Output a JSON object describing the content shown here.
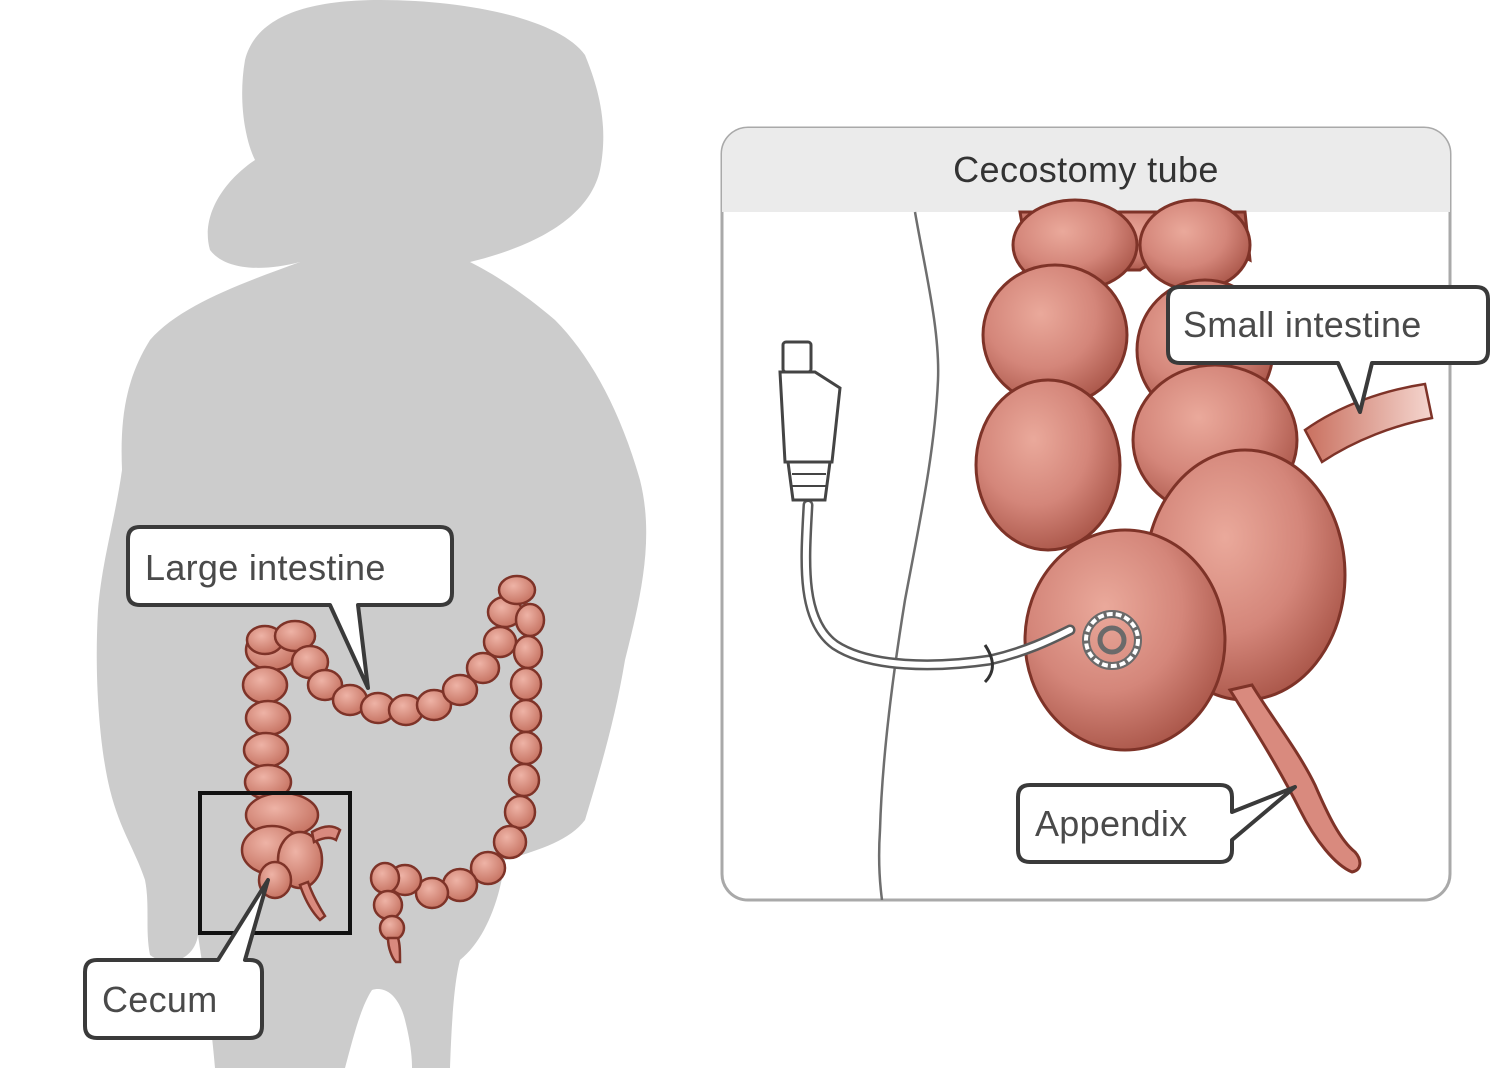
{
  "panel": {
    "title": "Cecostomy tube"
  },
  "labels": {
    "large_intestine": "Large intestine",
    "cecum": "Cecum",
    "small_intestine": "Small intestine",
    "appendix": "Appendix"
  },
  "colors": {
    "silhouette": "#cccccc",
    "intestine": "#d98a7e",
    "intestine_dark": "#7e3328",
    "panel_border": "#a9a9a9",
    "panel_header": "#ebebeb",
    "callout_border": "#3a3a3a"
  }
}
